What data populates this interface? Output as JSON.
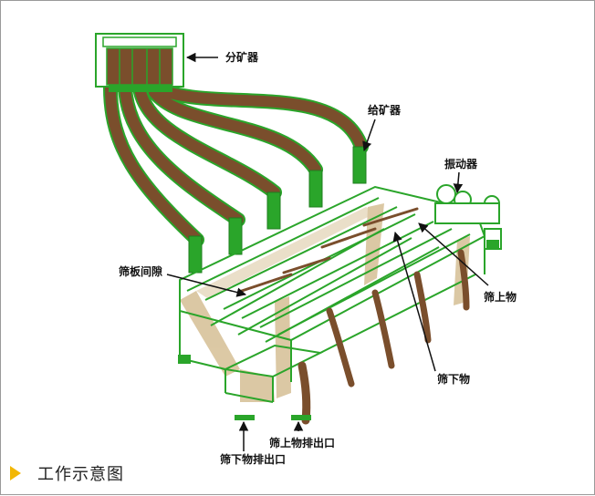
{
  "colors": {
    "frame_green": "#2aa52a",
    "ore_brown": "#7a4e2c",
    "screen_tan": "#d8c39b",
    "caption_icon": "#f2b705",
    "label_text": "#111111"
  },
  "labels": {
    "splitter": "分矿器",
    "feeder": "给矿器",
    "vibrator": "振动器",
    "screen_gap": "筛板间隙",
    "oversize": "筛上物",
    "undersize": "筛下物",
    "undersize_outlet": "筛下物排出口",
    "oversize_outlet": "筛上物排出口"
  },
  "caption": {
    "icon": "triangle-right-icon",
    "text": "工作示意图"
  }
}
